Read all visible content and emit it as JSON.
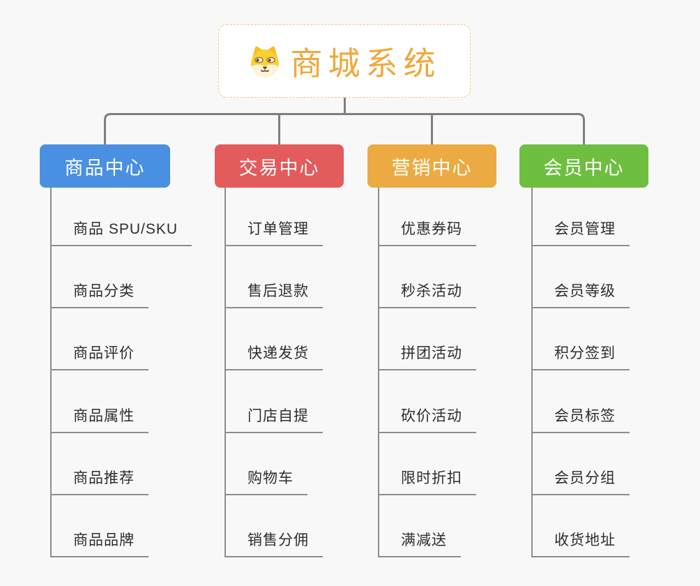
{
  "root": {
    "title": "商城系统",
    "icon": "dog-face-icon"
  },
  "branches": [
    {
      "label": "商品中心",
      "color": "#4a90e2",
      "children": [
        "商品 SPU/SKU",
        "商品分类",
        "商品评价",
        "商品属性",
        "商品推荐",
        "商品品牌"
      ]
    },
    {
      "label": "交易中心",
      "color": "#e45b5b",
      "children": [
        "订单管理",
        "售后退款",
        "快递发货",
        "门店自提",
        "购物车",
        "销售分佣"
      ]
    },
    {
      "label": "营销中心",
      "color": "#ecab42",
      "children": [
        "优惠券码",
        "秒杀活动",
        "拼团活动",
        "砍价活动",
        "限时折扣",
        "满减送"
      ]
    },
    {
      "label": "会员中心",
      "color": "#6ebf40",
      "children": [
        "会员管理",
        "会员等级",
        "积分签到",
        "会员标签",
        "会员分组",
        "收货地址"
      ]
    }
  ],
  "colors": {
    "page_background": "#f8f8f8",
    "connector": "#7e7e7e",
    "underline": "#8d8d8d",
    "item_text": "#2d2d2d",
    "root_text": "#f0a83c",
    "root_border": "#f3c878"
  }
}
